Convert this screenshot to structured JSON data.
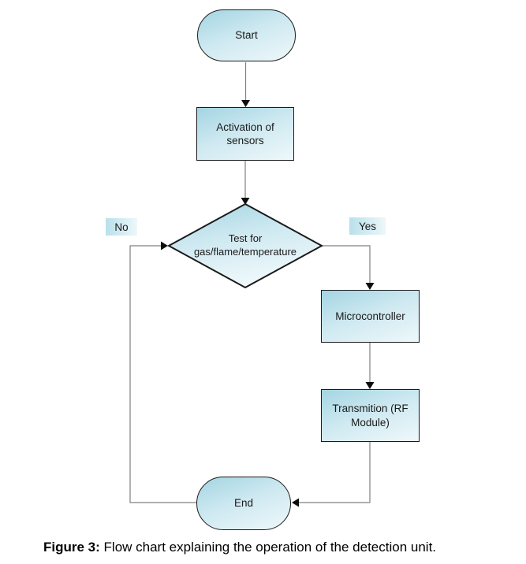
{
  "figure": {
    "caption": {
      "prefix": "Figure 3:",
      "text": "Flow chart explaining the operation of the detection unit."
    }
  },
  "flowchart": {
    "nodes": {
      "start": {
        "label": "Start",
        "shape": "terminator"
      },
      "activation": {
        "label": "Activation of sensors",
        "shape": "process"
      },
      "decision": {
        "label": "Test for gas/flame/temperature",
        "shape": "decision"
      },
      "microcontroller": {
        "label": "Microcontroller",
        "shape": "process"
      },
      "transmission": {
        "label": "Transmition (RF Module)",
        "shape": "process"
      },
      "end": {
        "label": "End",
        "shape": "terminator"
      }
    },
    "branch_labels": {
      "no": "No",
      "yes": "Yes"
    },
    "colors": {
      "background": "#ffffff",
      "text": "#1a1a1a",
      "node_fill_top": "#a3d5e2",
      "node_fill_mid": "#cfe9f1",
      "node_fill_bottom": "#eef8fb",
      "node_border": "#1a1a1a",
      "connector": "#808080",
      "arrowhead": "#0d0d0d",
      "branch_label_fill_left": "#b9e0ea",
      "branch_label_fill_right": "#edf7fa"
    }
  }
}
